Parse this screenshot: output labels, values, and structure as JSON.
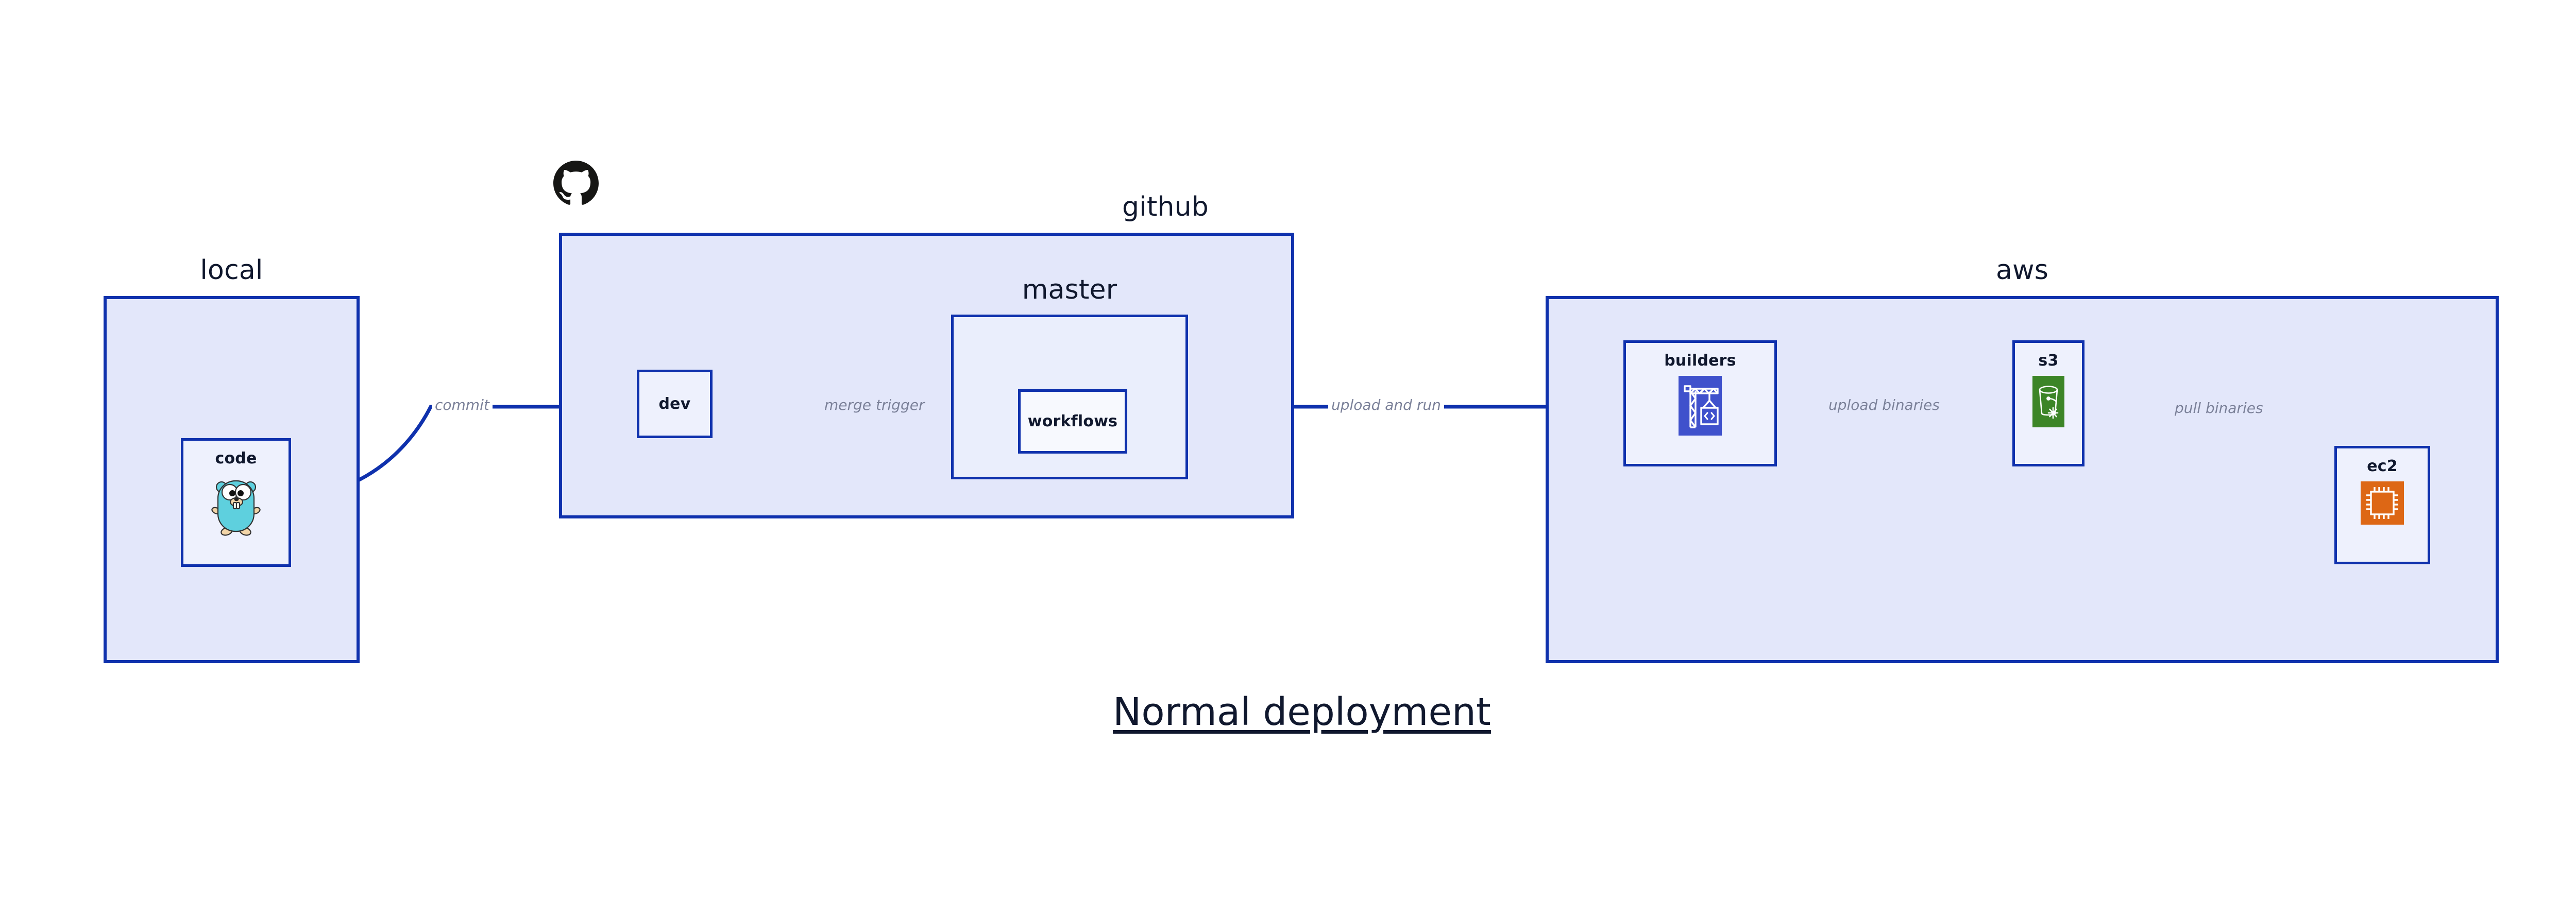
{
  "diagram": {
    "title": "Normal deployment",
    "background_color": "#ffffff",
    "accent_color": "#0f31ad",
    "group_fill": "#e3e7fa",
    "node_fill": "#eef1fd",
    "edge_label_color": "#7b8199",
    "text_color": "#10182e"
  },
  "groups": [
    {
      "key": "local",
      "label": "local",
      "nodes": [
        {
          "key": "code",
          "label": "code",
          "icon": "go-gopher-icon"
        }
      ]
    },
    {
      "key": "github",
      "label": "github",
      "logo": "github-octocat-icon",
      "nodes": [
        {
          "key": "dev",
          "label": "dev",
          "icon": null
        }
      ],
      "subgroups": [
        {
          "key": "master",
          "label": "master",
          "nodes": [
            {
              "key": "workflows",
              "label": "workflows",
              "icon": null
            }
          ]
        }
      ]
    },
    {
      "key": "aws",
      "label": "aws",
      "nodes": [
        {
          "key": "builders",
          "label": "builders",
          "icon": "aws-builders-crane-icon"
        },
        {
          "key": "s3",
          "label": "s3",
          "icon": "aws-s3-bucket-icon"
        },
        {
          "key": "ec2",
          "label": "ec2",
          "icon": "aws-ec2-chip-icon"
        }
      ]
    }
  ],
  "edges": [
    {
      "key": "commit",
      "from": "code",
      "to": "dev",
      "label": "commit"
    },
    {
      "key": "merge-trigger",
      "from": "dev",
      "to": "workflows",
      "label": "merge trigger"
    },
    {
      "key": "upload-and-run",
      "from": "workflows",
      "to": "builders",
      "label": "upload and run"
    },
    {
      "key": "upload-binaries",
      "from": "builders",
      "to": "s3",
      "label": "upload binaries"
    },
    {
      "key": "pull-binaries",
      "from": "s3",
      "to": "ec2",
      "label": "pull binaries"
    }
  ],
  "icon_colors": {
    "builders_tile": "#3f51cc",
    "s3_tile": "#3c8527",
    "ec2_tile": "#dd6715",
    "gopher_body": "#5ed0de",
    "github_mark": "#161614"
  }
}
